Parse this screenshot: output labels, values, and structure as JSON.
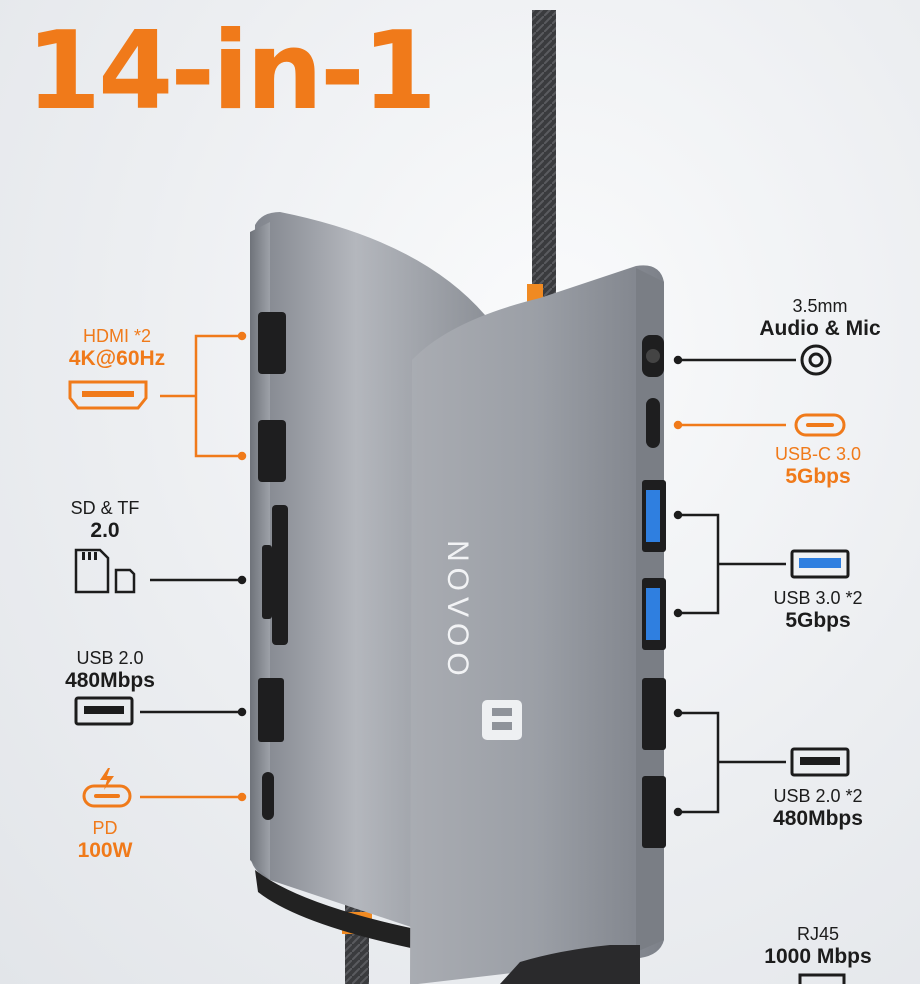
{
  "title": "14-in-1",
  "brand": "NOVOO",
  "labels": {
    "hdmi": {
      "line1": "HDMI *2",
      "line2": "4K@60Hz"
    },
    "sd_tf": {
      "line1": "SD & TF",
      "line2": "2.0"
    },
    "usb20_left": {
      "line1": "USB 2.0",
      "line2": "480Mbps"
    },
    "pd": {
      "line1": "PD",
      "line2": "100W"
    },
    "audio": {
      "line1": "3.5mm",
      "line2": "Audio & Mic"
    },
    "usbc30": {
      "line1": "USB-C 3.0",
      "line2": "5Gbps"
    },
    "usb30": {
      "line1": "USB 3.0 *2",
      "line2": "5Gbps"
    },
    "usb20_right": {
      "line1": "USB 2.0 *2",
      "line2": "480Mbps"
    },
    "rj45": {
      "line1": "RJ45",
      "line2": "1000 Mbps"
    }
  },
  "colors": {
    "accent": "#f07a1a",
    "usb3_blue": "#2f7fe0",
    "hub_body": "#9a9ea6",
    "text": "#1c1c1c"
  },
  "icons": [
    "hdmi-icon",
    "sd-card-icon",
    "usb-a-icon",
    "pd-usb-c-icon",
    "audio-jack-icon",
    "usb-c-icon",
    "usb3-icon",
    "rj45-icon"
  ]
}
